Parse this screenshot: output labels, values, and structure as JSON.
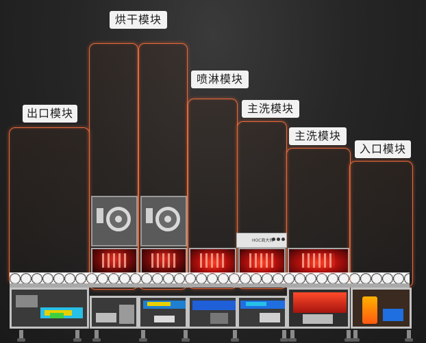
{
  "modules": [
    {
      "id": "outlet",
      "label": "出口模块"
    },
    {
      "id": "dryer1",
      "label": "烘干模块"
    },
    {
      "id": "spray",
      "label": "喷淋模块"
    },
    {
      "id": "main-wash-1",
      "label": "主洗模块"
    },
    {
      "id": "main-wash-2",
      "label": "主洗模块"
    },
    {
      "id": "inlet",
      "label": "入口模块"
    }
  ],
  "control_panel": {
    "brand": "HOC商大师"
  },
  "colors": {
    "glow": "#e8683a",
    "label_bg": "#f2f2f2",
    "background": "#262626",
    "heater": "#ff3b1f"
  }
}
